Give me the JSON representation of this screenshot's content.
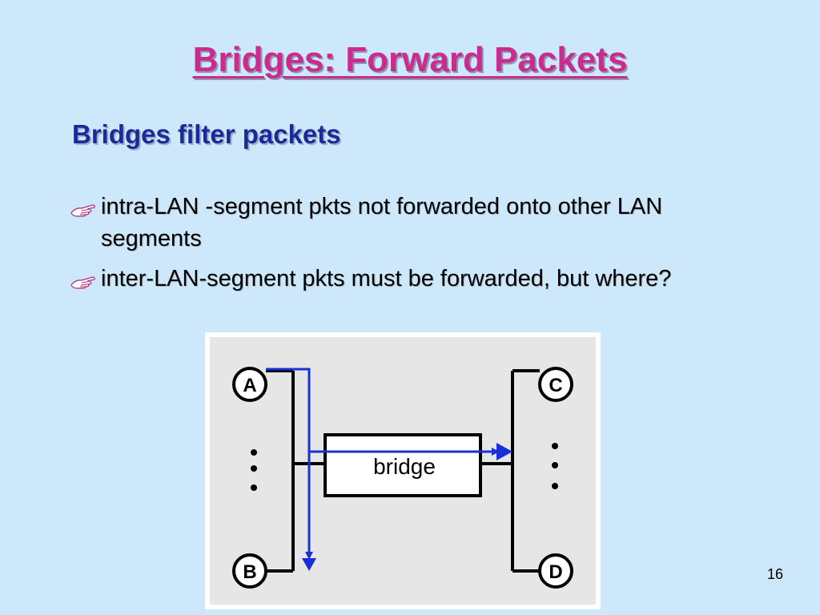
{
  "slide": {
    "title": "Bridges: Forward Packets",
    "subtitle": "Bridges filter packets",
    "bullets": [
      "intra-LAN -segment pkts not forwarded onto other LAN segments",
      "inter-LAN-segment pkts must be forwarded, but where?"
    ],
    "page_number": "16"
  },
  "diagram": {
    "nodes": [
      "A",
      "B",
      "C",
      "D"
    ],
    "bridge_label": "bridge",
    "colors": {
      "panel": "#e6e6e6",
      "arrow": "#1a2fd6",
      "lines": "#000000"
    }
  },
  "icons": {
    "bullet": "hand-pointer-icon"
  }
}
